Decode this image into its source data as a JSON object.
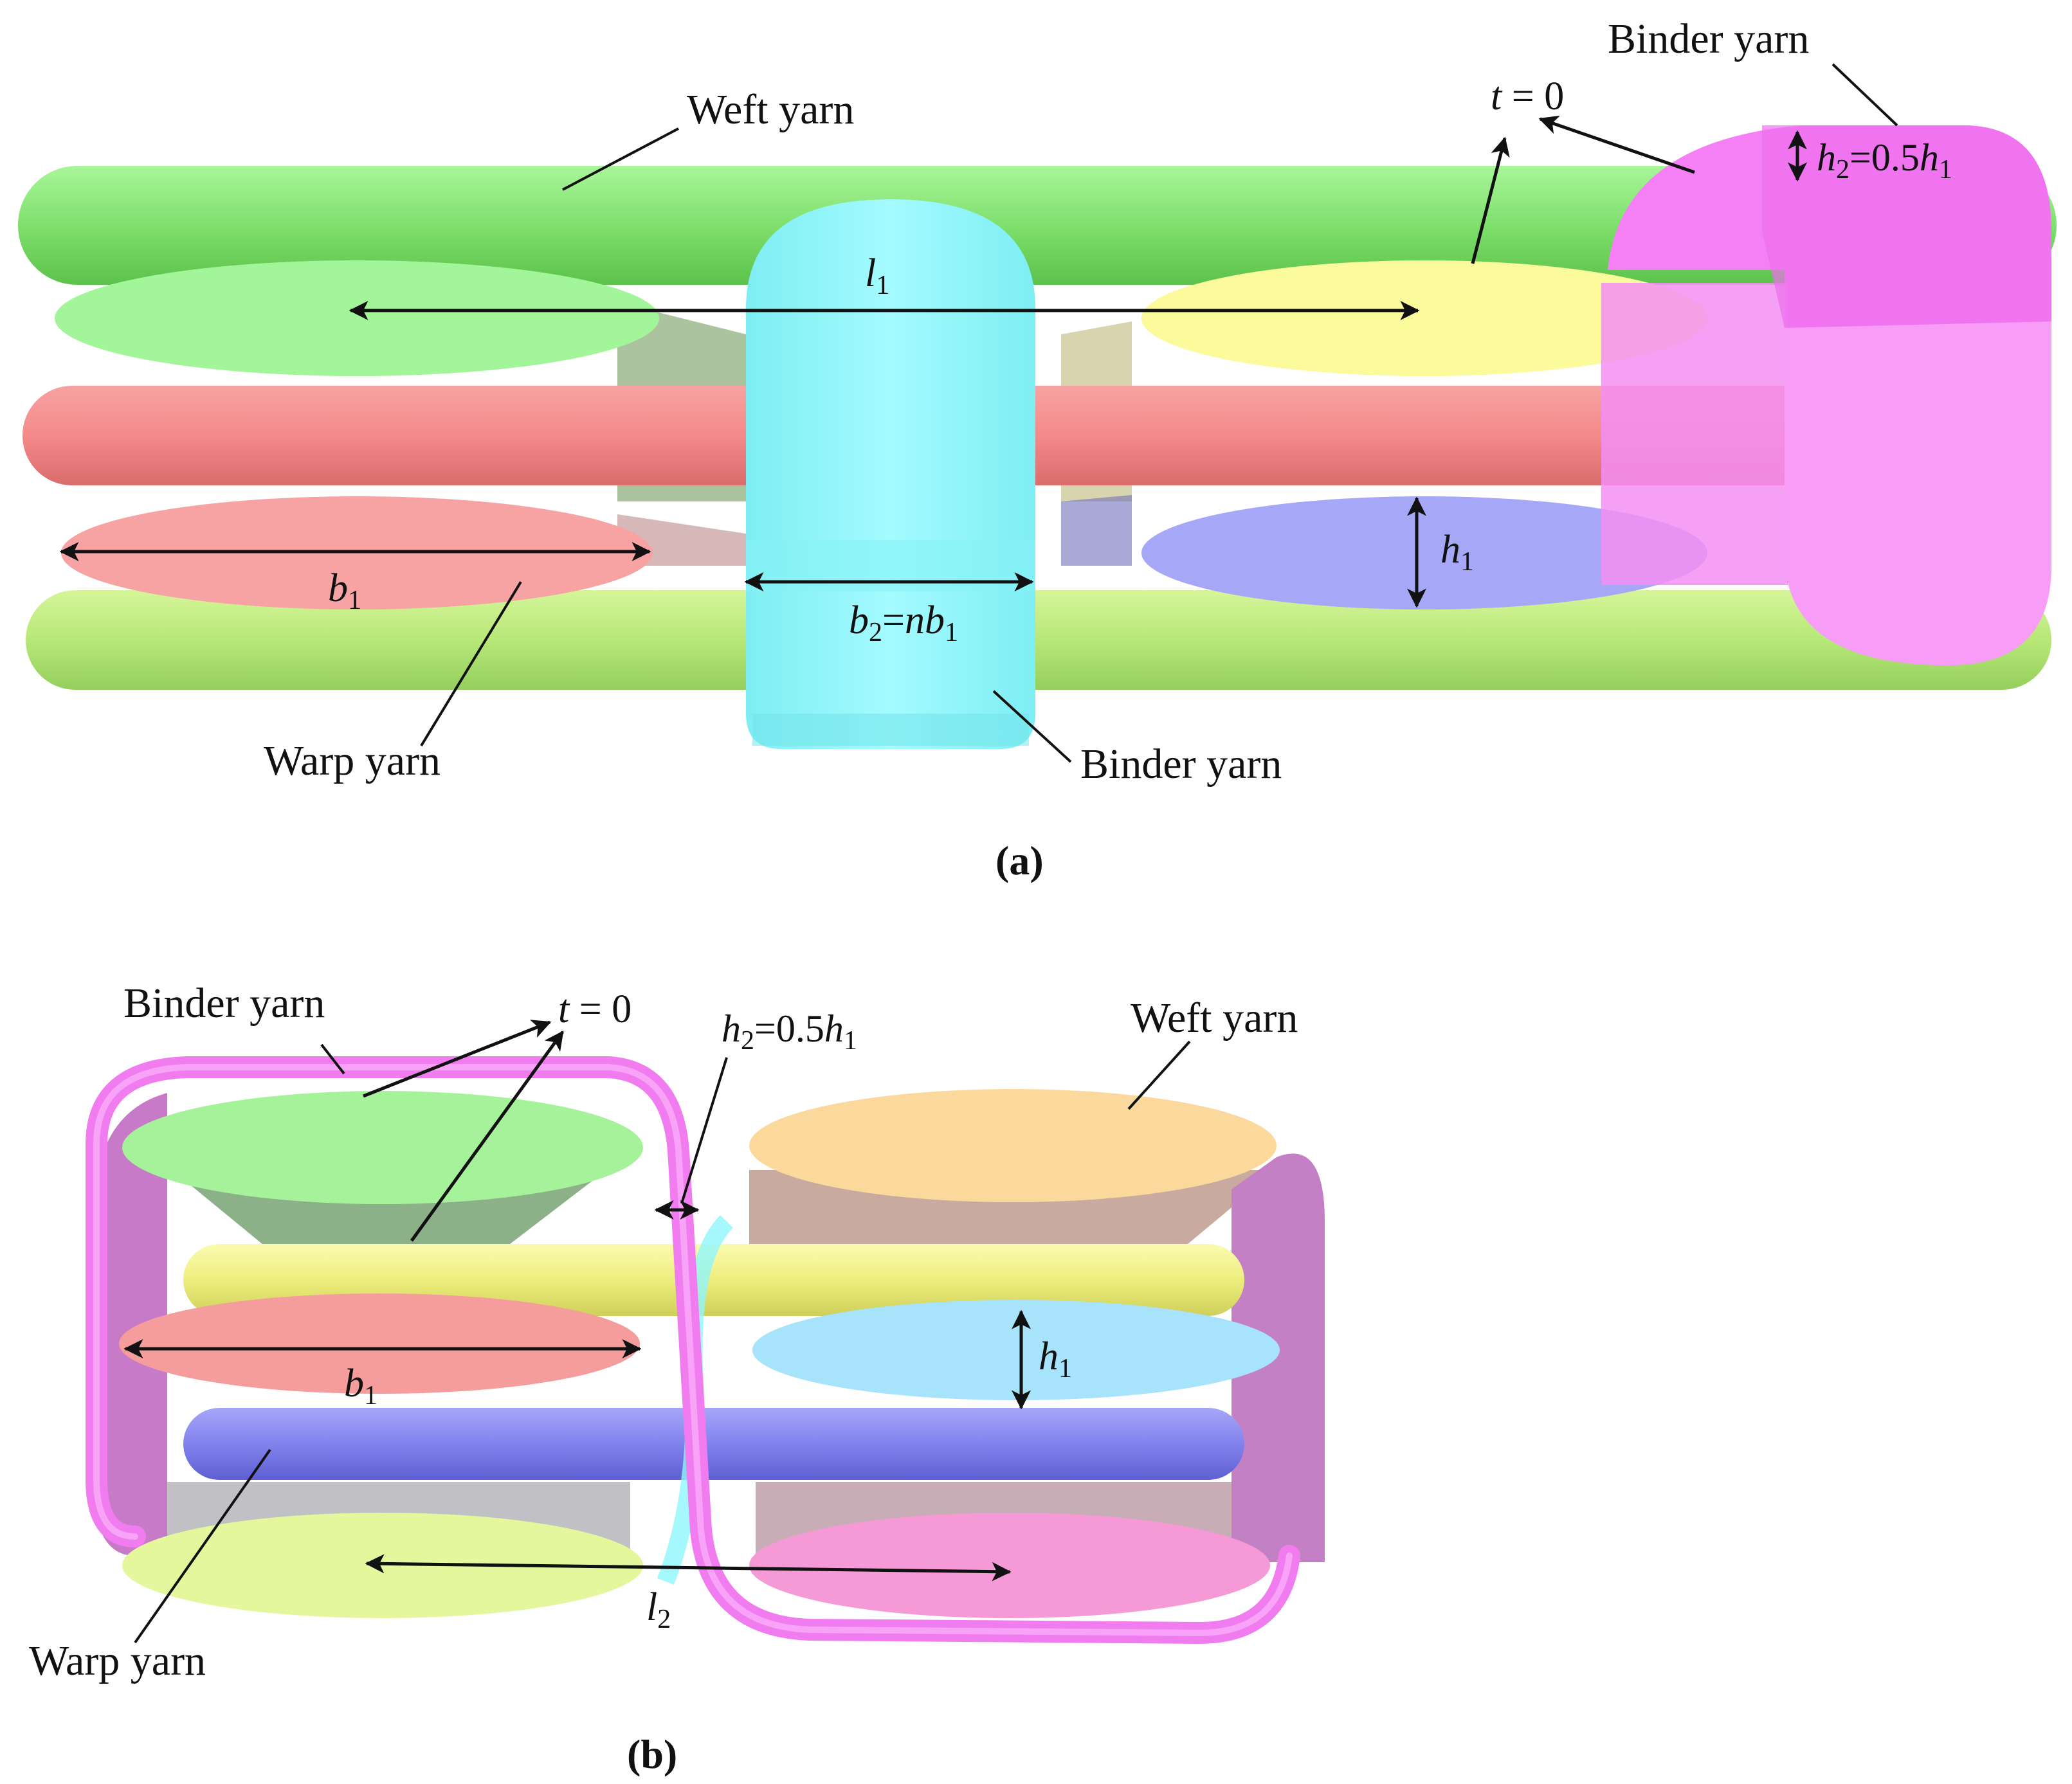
{
  "panel_a": {
    "caption": "(a)",
    "labels": {
      "weft_yarn": "Weft yarn",
      "binder_yarn_top": "Binder yarn",
      "binder_yarn_bottom": "Binder yarn",
      "warp_yarn": "Warp yarn"
    },
    "symbols": {
      "t": "t",
      "t_rest": " = 0",
      "h2": "h",
      "h2_sub": "2",
      "h2_mid": "=0.5",
      "h2_h": "h",
      "h2_h_sub": "1",
      "l1": "l",
      "l1_sub": "1",
      "h1": "h",
      "h1_sub": "1",
      "b1": "b",
      "b1_sub": "1",
      "b2": "b",
      "b2_sub": "2",
      "b2_mid": "=",
      "b2_n": "nb",
      "b2_n_sub": "1"
    }
  },
  "panel_b": {
    "caption": "(b)",
    "labels": {
      "binder_yarn": "Binder yarn",
      "weft_yarn": "Weft yarn",
      "warp_yarn": "Warp yarn"
    },
    "symbols": {
      "t": "t",
      "t_rest": " = 0",
      "h2": "h",
      "h2_sub": "2",
      "h2_mid": "=0.5",
      "h2_h": "h",
      "h2_h_sub": "1",
      "h1": "h",
      "h1_sub": "1",
      "b1": "b",
      "b1_sub": "1",
      "l2": "l",
      "l2_sub": "2"
    }
  },
  "colors": {
    "weft_green": "#8ee87a",
    "warp_red": "#f08a8a",
    "binder_cyan": "#8ff6fb",
    "binder_magenta": "#f07cf0",
    "yarn_yellow": "#f6f68e",
    "yarn_blue": "#9b9bf4",
    "yarn_orange": "#fbd99c",
    "yarn_lightblue": "#a7e3fb",
    "yarn_pink": "#f59ad6",
    "yarn_lime": "#e4f79d"
  }
}
